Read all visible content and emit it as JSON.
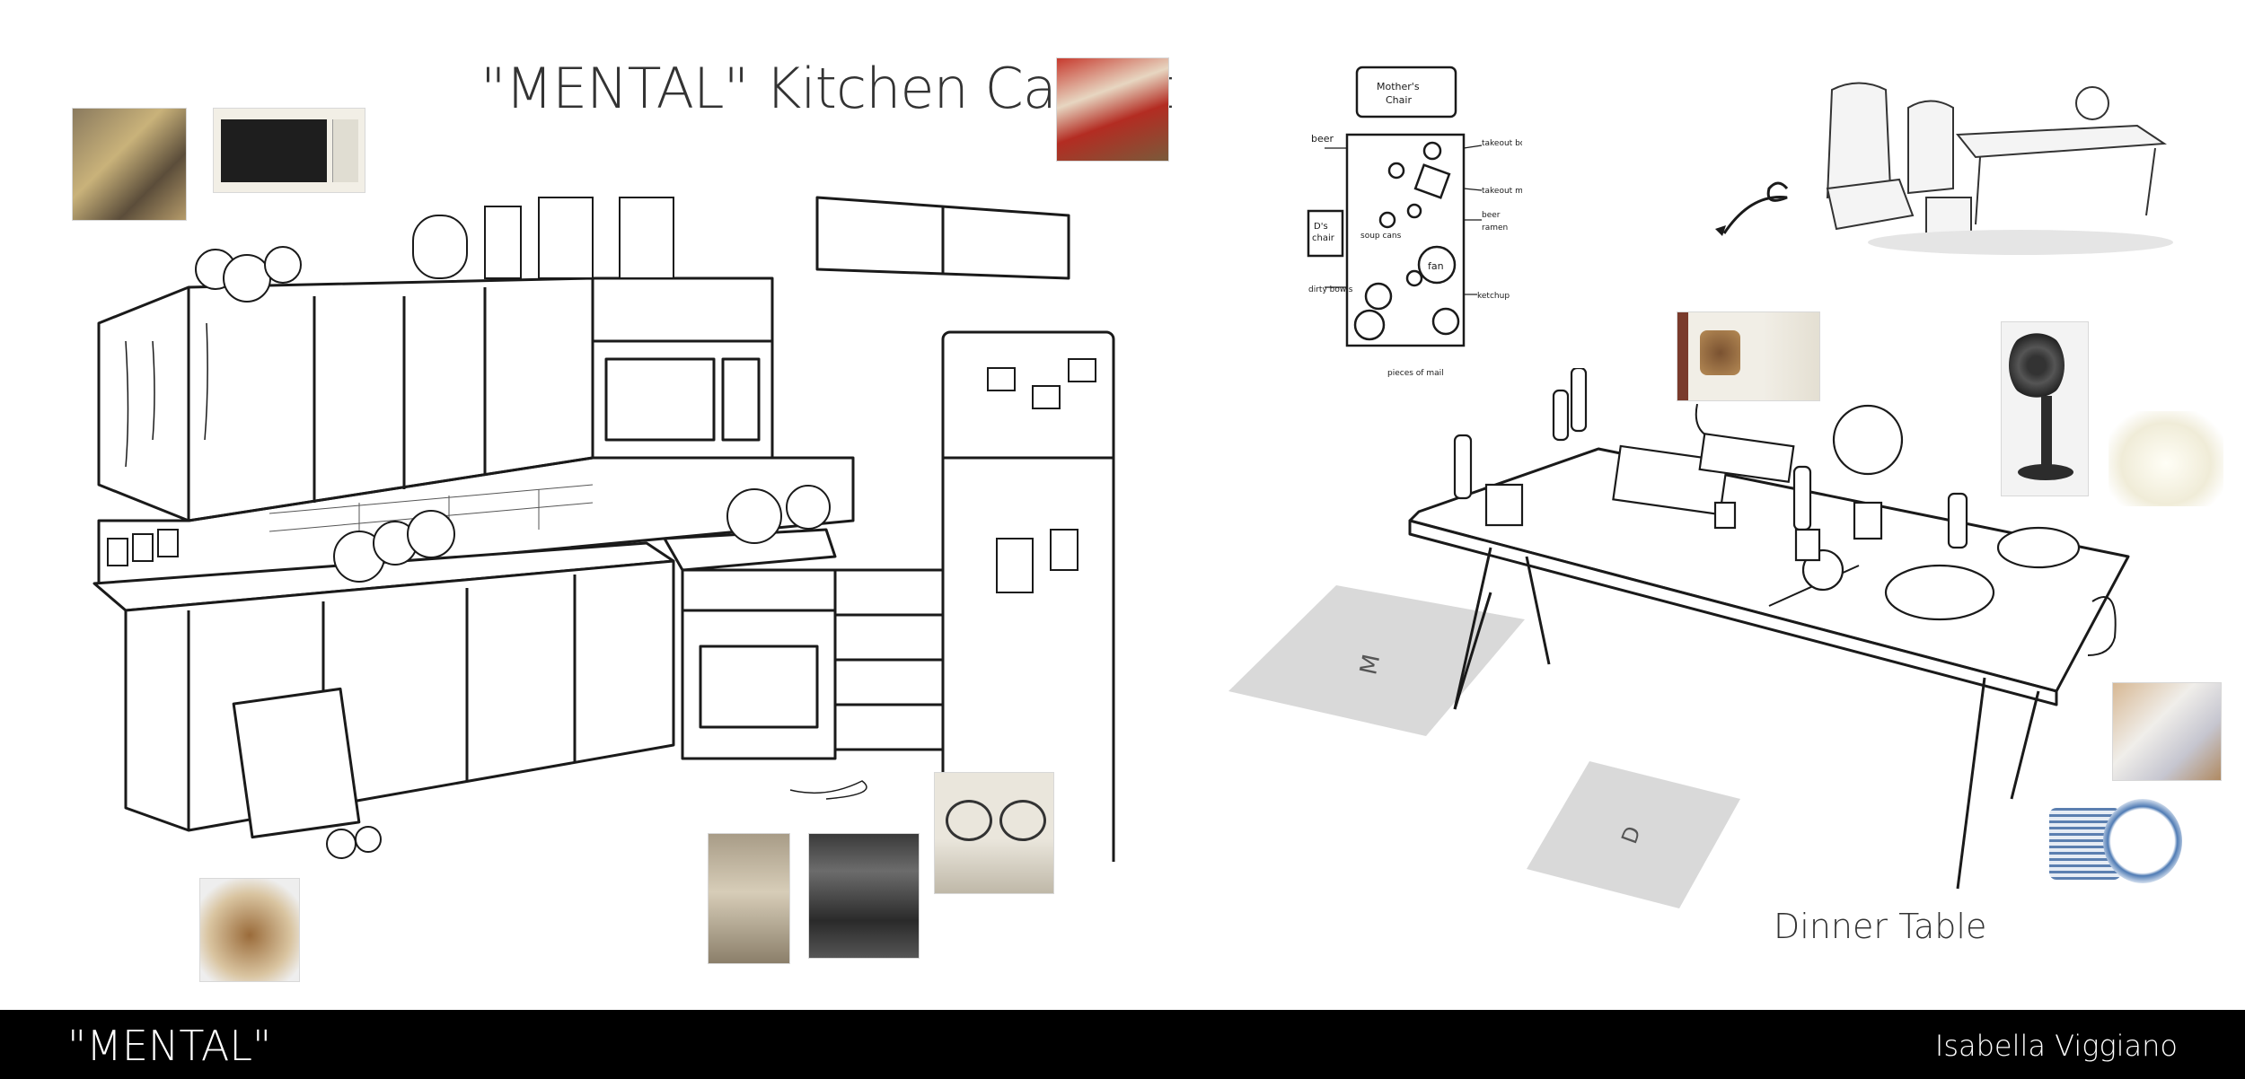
{
  "board": {
    "title": "\"MENTAL\" Kitchen Callout",
    "table_title": "Dinner Table",
    "footer_left": "\"MENTAL\"",
    "footer_right": "Isabella Viggiano"
  },
  "floor_marks": [
    "M",
    "D"
  ],
  "sketch_labels": {
    "chair_top": "Mother's\nChair",
    "chair_left": "D's\nchair",
    "items": [
      "beer",
      "takeout box",
      "takeout meals",
      "beer",
      "ramen",
      "fan",
      "soup cans",
      "dirty bowls",
      "ketchup",
      "pieces of mail"
    ]
  },
  "colors": {
    "footer_bg": "#000000",
    "footer_text": "#ffffff",
    "title_text": "#333333",
    "shadow": "#d9d9d9"
  }
}
